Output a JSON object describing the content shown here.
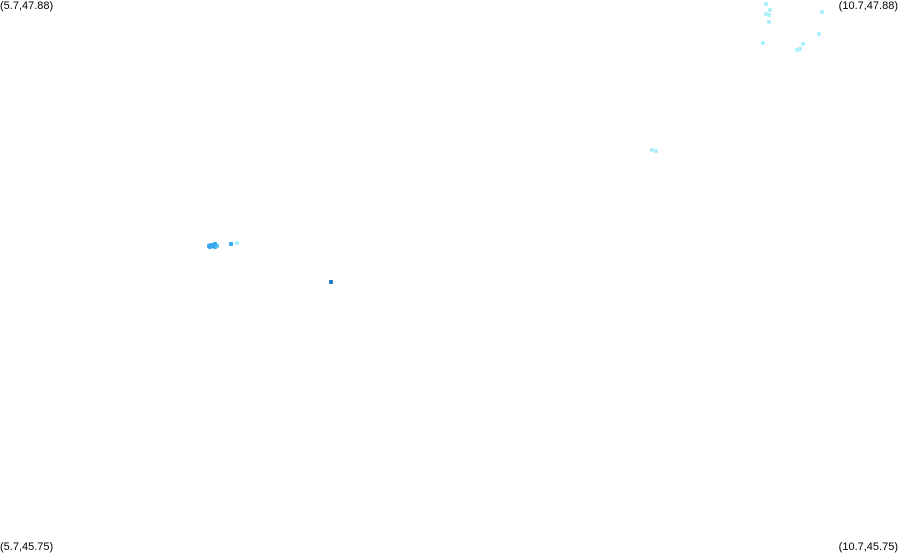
{
  "corners": {
    "top_left": "(5.7,47.88)",
    "top_right": "(10.7,47.88)",
    "bottom_left": "(5.7,45.75)",
    "bottom_right": "(10.7,45.75)"
  },
  "bounds": {
    "lon_min": 5.7,
    "lon_max": 10.7,
    "lat_min": 45.75,
    "lat_max": 47.88
  },
  "colors": {
    "light_cyan": "#aef1fb",
    "sky_blue": "#35a9f2",
    "mid_blue": "#56c4f5",
    "dark_blue": "#1f78c8"
  },
  "points": [
    {
      "lon": 9.958,
      "lat": 47.865,
      "color": "light_cyan"
    },
    {
      "lon": 9.981,
      "lat": 47.842,
      "color": "light_cyan"
    },
    {
      "lon": 9.958,
      "lat": 47.826,
      "color": "light_cyan"
    },
    {
      "lon": 9.975,
      "lat": 47.822,
      "color": "light_cyan"
    },
    {
      "lon": 10.27,
      "lat": 47.832,
      "color": "light_cyan"
    },
    {
      "lon": 9.975,
      "lat": 47.796,
      "color": "light_cyan"
    },
    {
      "lon": 10.253,
      "lat": 47.75,
      "color": "light_cyan"
    },
    {
      "lon": 9.942,
      "lat": 47.716,
      "color": "light_cyan"
    },
    {
      "lon": 10.164,
      "lat": 47.711,
      "color": "light_cyan"
    },
    {
      "lon": 10.147,
      "lat": 47.689,
      "color": "light_cyan"
    },
    {
      "lon": 10.13,
      "lat": 47.686,
      "color": "light_cyan"
    },
    {
      "lon": 9.324,
      "lat": 47.301,
      "color": "light_cyan"
    },
    {
      "lon": 9.346,
      "lat": 47.296,
      "color": "light_cyan"
    },
    {
      "lon": 7.016,
      "lat": 46.943,
      "color": "light_cyan"
    },
    {
      "lon": 6.983,
      "lat": 46.939,
      "color": "sky_blue"
    },
    {
      "lon": 6.872,
      "lat": 46.935,
      "color": "sky_blue"
    },
    {
      "lon": 6.861,
      "lat": 46.93,
      "color": "sky_blue"
    },
    {
      "lon": 6.877,
      "lat": 46.93,
      "color": "sky_blue"
    },
    {
      "lon": 6.866,
      "lat": 46.925,
      "color": "sky_blue"
    },
    {
      "lon": 6.894,
      "lat": 46.925,
      "color": "sky_blue"
    },
    {
      "lon": 6.905,
      "lat": 46.93,
      "color": "mid_blue"
    },
    {
      "lon": 6.894,
      "lat": 46.937,
      "color": "sky_blue"
    },
    {
      "lon": 7.539,
      "lat": 46.792,
      "color": "dark_blue"
    }
  ]
}
